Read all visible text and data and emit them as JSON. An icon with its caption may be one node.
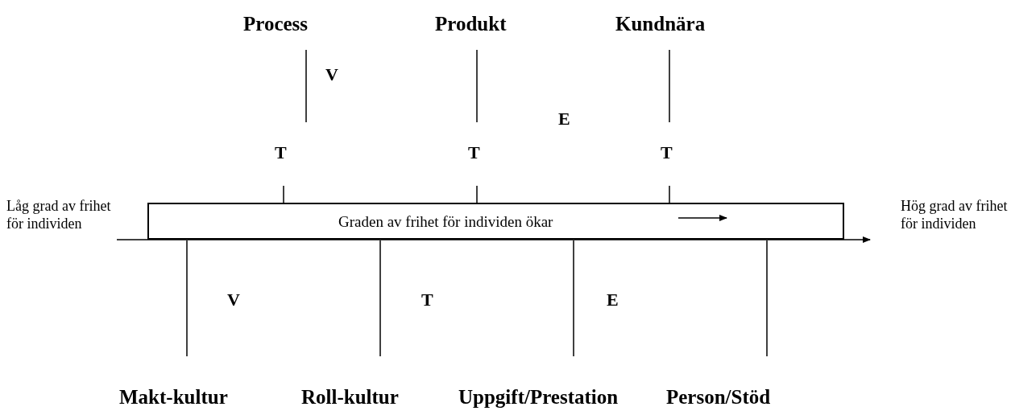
{
  "diagram": {
    "nodes": [
      {
        "text": [
          "Graden av frihet för individen ökar"
        ]
      }
    ],
    "labels": [
      "Process",
      "Produkt",
      "Kundnära",
      "V",
      "E",
      "T",
      "T",
      "T",
      "Låg grad av frihet för individen",
      "Hög grad av frihet för individen",
      "V",
      "T",
      "E",
      "Makt-kultur",
      "Roll-kultur",
      "Uppgift/Prestation",
      "Person/Stöd"
    ]
  }
}
